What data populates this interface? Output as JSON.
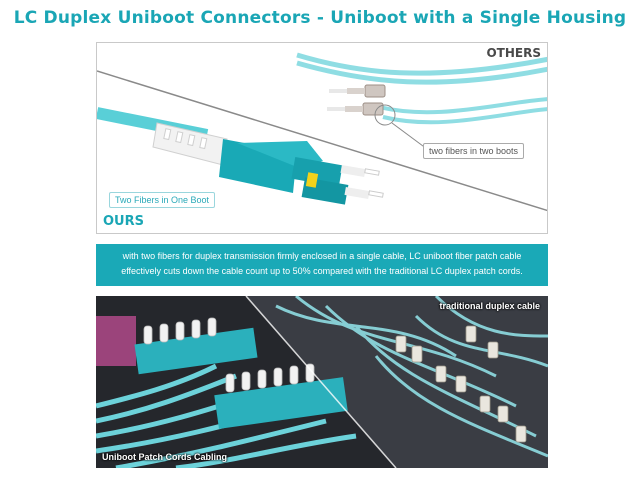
{
  "title": "LC Duplex Uniboot Connectors - Uniboot with a Single Housing",
  "comparison": {
    "others_label": "OTHERS",
    "ours_label": "OURS",
    "callout_others": "two fibers in two boots",
    "callout_ours": "Two Fibers in One Boot"
  },
  "description": {
    "line1": "with two fibers for duplex transmission firmly enclosed in a single cable, LC uniboot fiber patch cable",
    "line2": "effectively cuts down the cable count up to 50% compared with the traditional LC duplex patch cords."
  },
  "photo": {
    "traditional_label": "traditional duplex cable",
    "uniboot_label": "Uniboot Patch Cords Cabling"
  },
  "colors": {
    "accent": "#1aa6b5",
    "aqua_cable": "#5fd0d8",
    "connector": "#19a9b6",
    "dark_bg": "#1c1c1f"
  }
}
